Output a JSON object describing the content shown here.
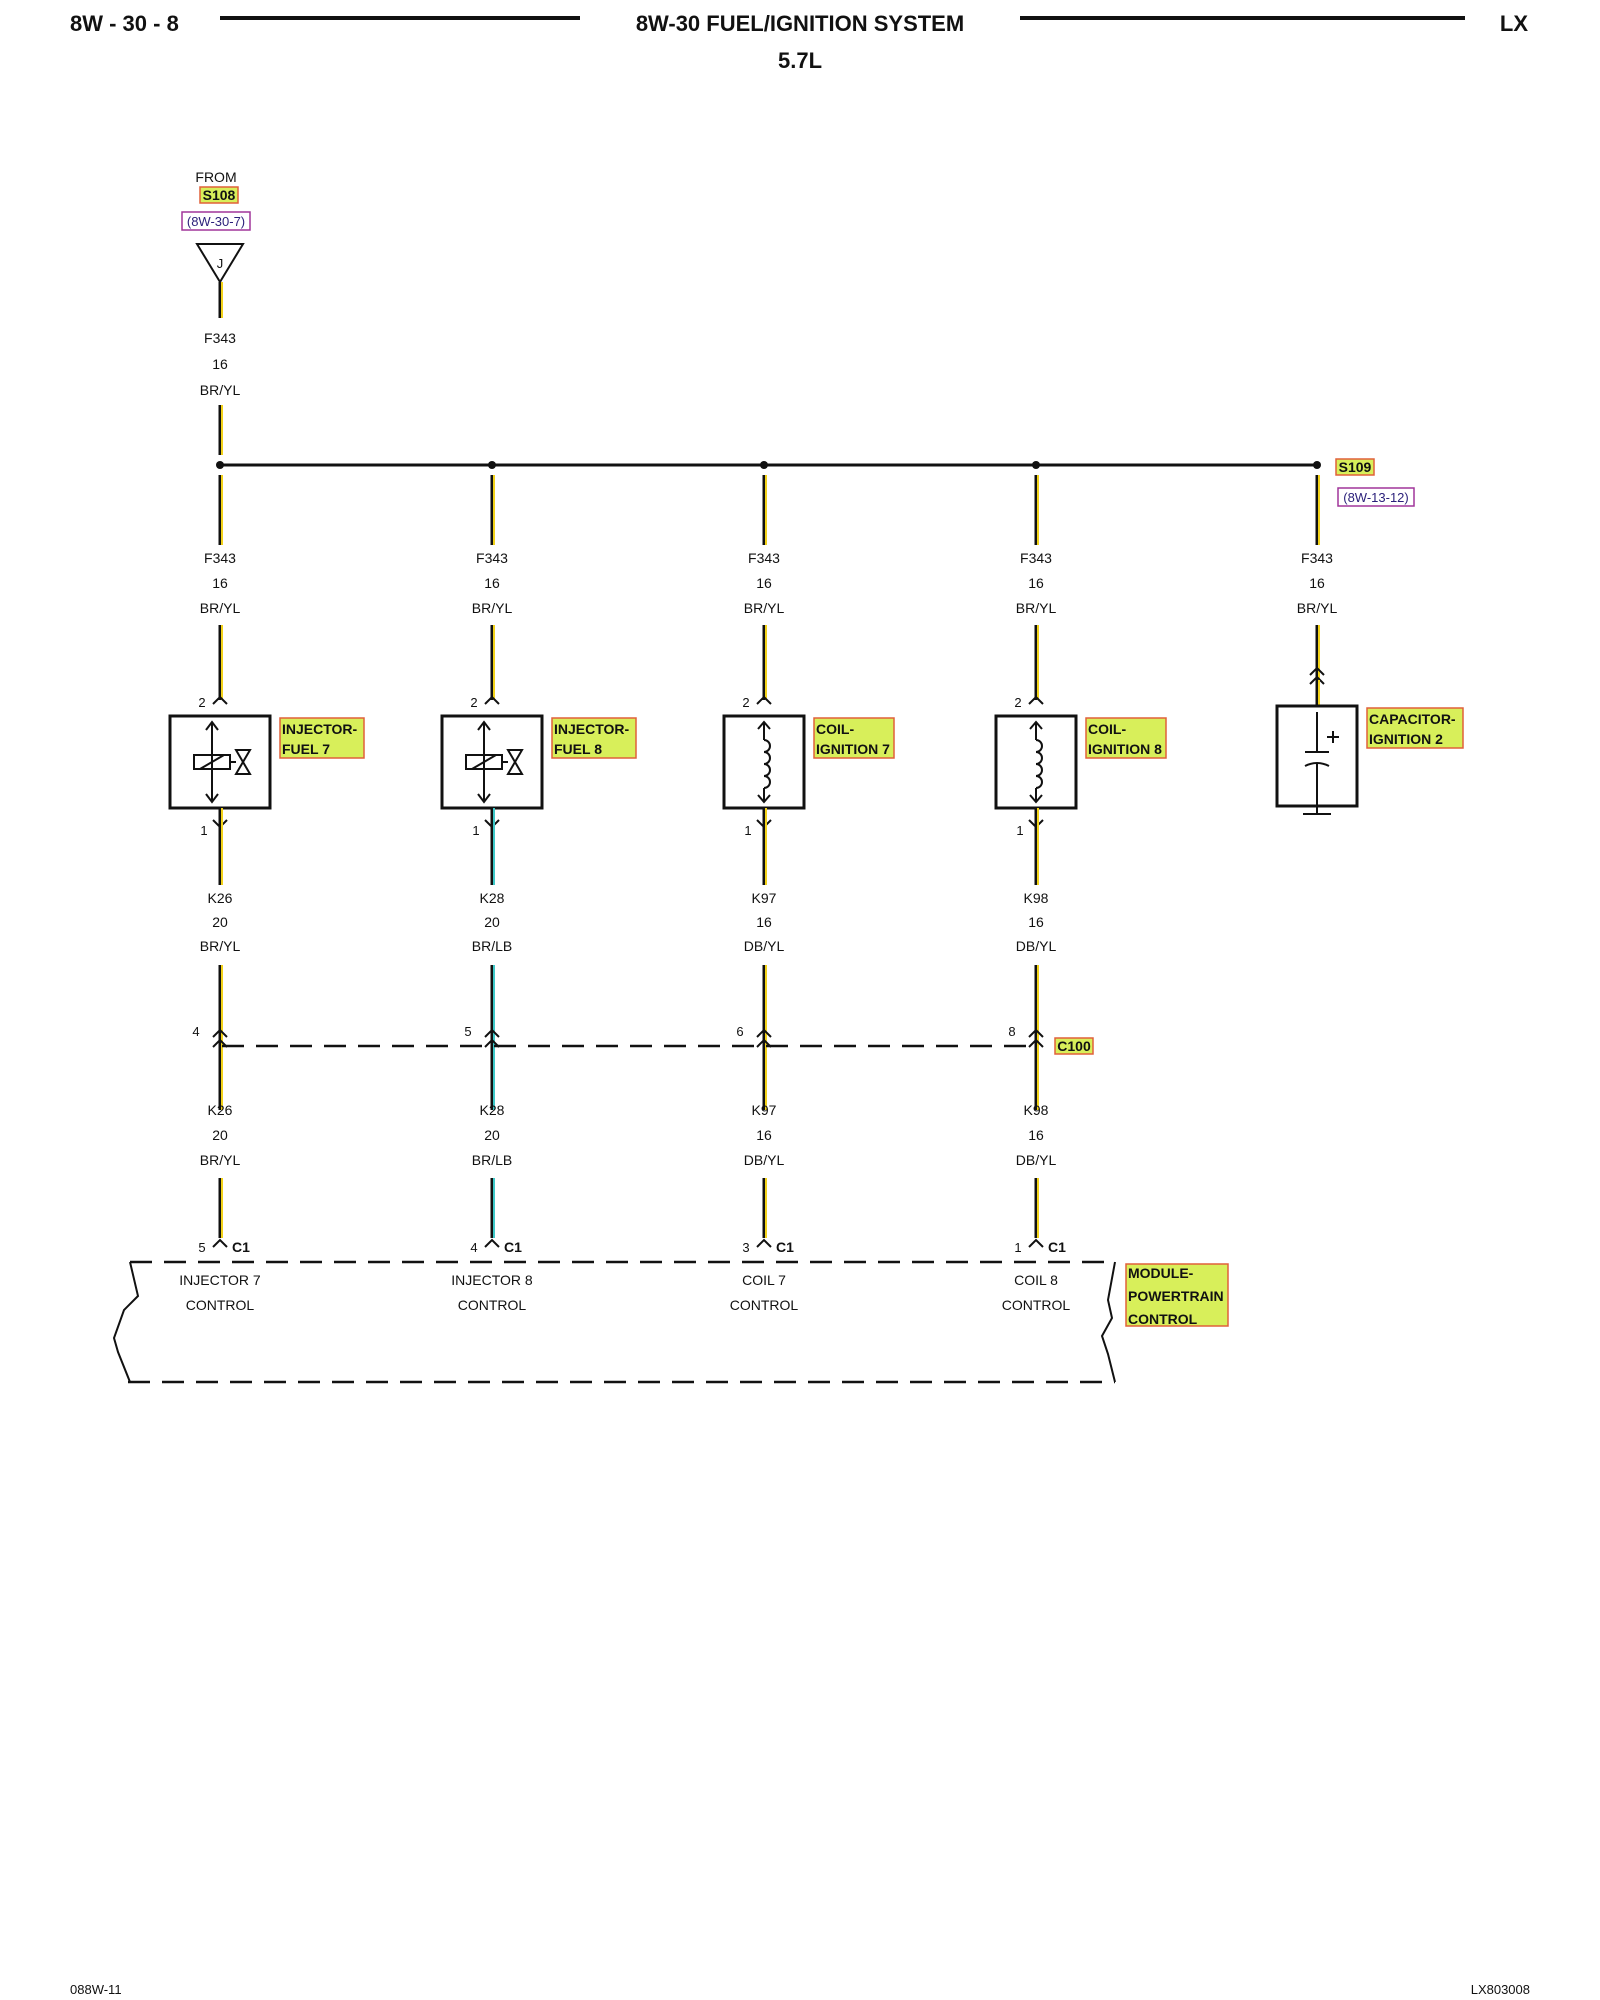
{
  "header": {
    "left": "8W - 30 - 8",
    "title": "8W-30 FUEL/IGNITION SYSTEM",
    "subtitle": "5.7L",
    "right": "LX"
  },
  "source": {
    "from_label": "FROM",
    "splice": "S108",
    "ref": "(8W-30-7)",
    "connector_letter": "J",
    "wire": {
      "id": "F343",
      "gauge": "16",
      "color": "BR/YL"
    }
  },
  "splice_right": {
    "name": "S109",
    "ref": "(8W-13-12)"
  },
  "columns": [
    {
      "upper_wire": {
        "id": "F343",
        "gauge": "16",
        "color": "BR/YL"
      },
      "top_pin": "2",
      "component": [
        "INJECTOR-",
        "FUEL 7"
      ],
      "bottom_pin": "1",
      "mid_wire": {
        "id": "K26",
        "gauge": "20",
        "color": "BR/YL"
      },
      "c100_pin": "4",
      "low_wire": {
        "id": "K26",
        "gauge": "20",
        "color": "BR/YL"
      },
      "c1_pin": "5",
      "c1_label": "C1",
      "pcm_label": [
        "INJECTOR 7",
        "CONTROL"
      ]
    },
    {
      "upper_wire": {
        "id": "F343",
        "gauge": "16",
        "color": "BR/YL"
      },
      "top_pin": "2",
      "component": [
        "INJECTOR-",
        "FUEL 8"
      ],
      "bottom_pin": "1",
      "mid_wire": {
        "id": "K28",
        "gauge": "20",
        "color": "BR/LB"
      },
      "c100_pin": "5",
      "low_wire": {
        "id": "K28",
        "gauge": "20",
        "color": "BR/LB"
      },
      "c1_pin": "4",
      "c1_label": "C1",
      "pcm_label": [
        "INJECTOR 8",
        "CONTROL"
      ]
    },
    {
      "upper_wire": {
        "id": "F343",
        "gauge": "16",
        "color": "BR/YL"
      },
      "top_pin": "2",
      "component": [
        "COIL-",
        "IGNITION 7"
      ],
      "bottom_pin": "1",
      "mid_wire": {
        "id": "K97",
        "gauge": "16",
        "color": "DB/YL"
      },
      "c100_pin": "6",
      "low_wire": {
        "id": "K97",
        "gauge": "16",
        "color": "DB/YL"
      },
      "c1_pin": "3",
      "c1_label": "C1",
      "pcm_label": [
        "COIL 7",
        "CONTROL"
      ]
    },
    {
      "upper_wire": {
        "id": "F343",
        "gauge": "16",
        "color": "BR/YL"
      },
      "top_pin": "2",
      "component": [
        "COIL-",
        "IGNITION 8"
      ],
      "bottom_pin": "1",
      "mid_wire": {
        "id": "K98",
        "gauge": "16",
        "color": "DB/YL"
      },
      "c100_pin": "8",
      "low_wire": {
        "id": "K98",
        "gauge": "16",
        "color": "DB/YL"
      },
      "c1_pin": "1",
      "c1_label": "C1",
      "pcm_label": [
        "COIL 8",
        "CONTROL"
      ]
    },
    {
      "upper_wire": {
        "id": "F343",
        "gauge": "16",
        "color": "BR/YL"
      },
      "component": [
        "CAPACITOR-",
        "IGNITION 2"
      ]
    }
  ],
  "connector_c100": "C100",
  "module": [
    "MODULE-",
    "POWERTRAIN",
    "CONTROL"
  ],
  "footer": {
    "left": "088W-11",
    "right": "LX803008"
  },
  "colors": {
    "yellow_tracer": "#f2d21a",
    "light_blue_tracer": "#3ec8c8",
    "highlight_fill": "#d8ef5a",
    "highlight_border": "#e0603a",
    "ref_border": "#a0359a"
  }
}
